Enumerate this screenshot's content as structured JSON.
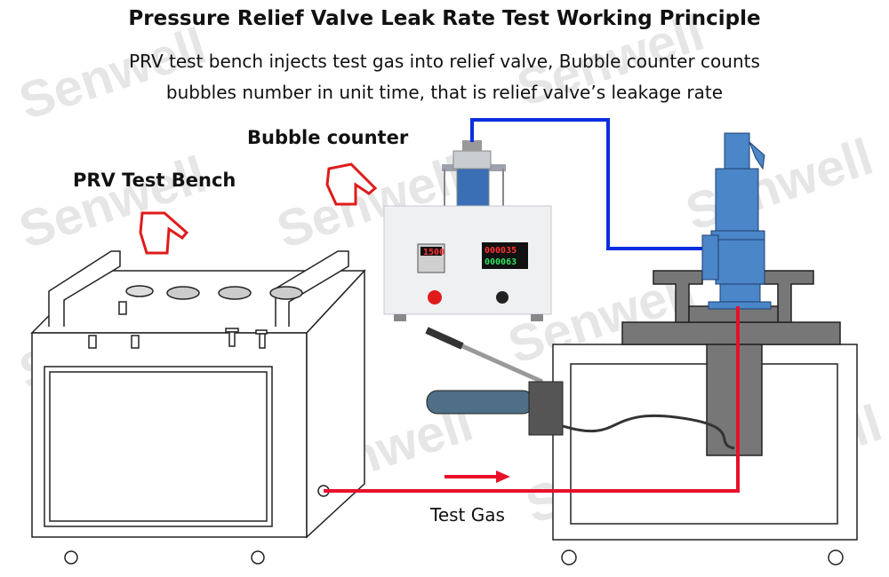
{
  "title": "Pressure Relief Valve Leak Rate Test Working Principle",
  "subtitle_lines": [
    "PRV test bench injects test gas into relief valve, Bubble counter counts",
    "bubbles number in unit time, that is relief valve’s leakage rate"
  ],
  "labels": {
    "bubble_counter": "Bubble counter",
    "test_bench": "PRV Test Bench",
    "test_gas": "Test Gas"
  },
  "bubble_counter_display": {
    "timer": "1500",
    "count_top": "000035",
    "count_bottom": "000063"
  },
  "watermark": "Senwell",
  "colors": {
    "gas_line": "#e8102a",
    "signal_line": "#0a2fe0",
    "valve": "#4a86c8",
    "pointer_hand": "#e01b1b"
  }
}
